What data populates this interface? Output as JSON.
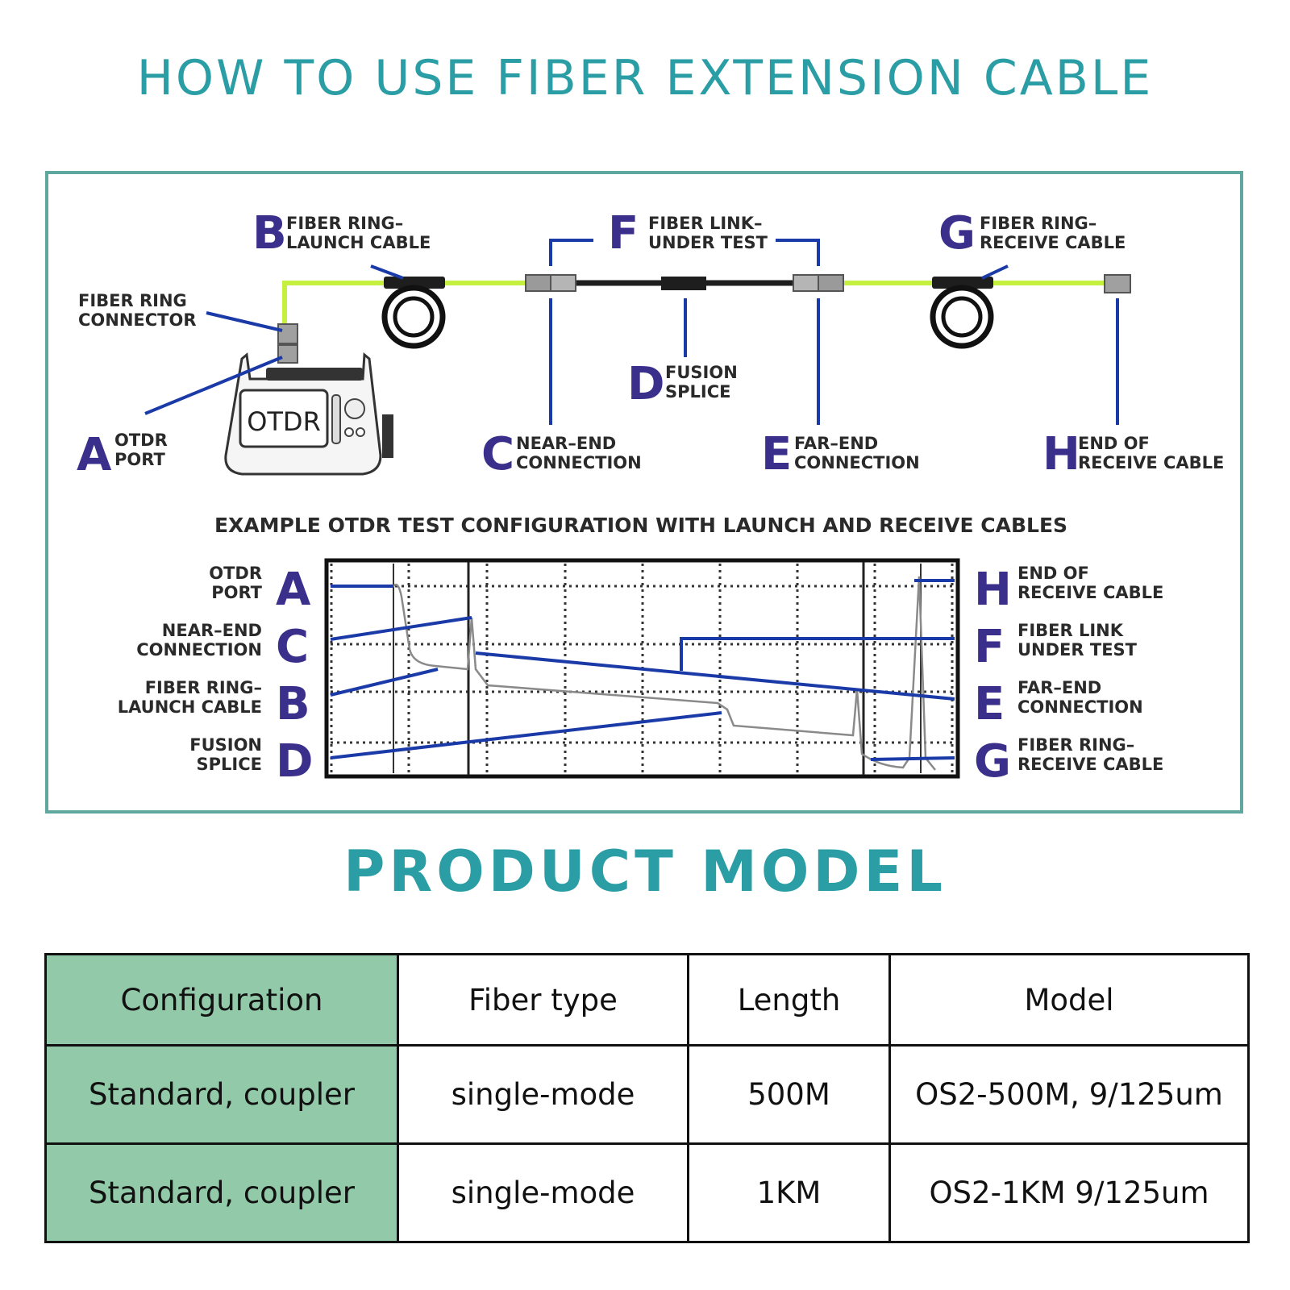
{
  "title_top": "HOW TO USE FIBER EXTENSION CABLE",
  "title_mid": "PRODUCT MODEL",
  "colors": {
    "title": "#2a9ea4",
    "frame": "#5fa8a0",
    "fiber": "#c6f040",
    "cable": "#1e1e1e",
    "leader": "#1a3aa8",
    "letter": "#3a2f8a",
    "config_cell": "#92c9a8"
  },
  "diagram": {
    "labels": {
      "B": {
        "letter": "B",
        "line1": "FIBER RING–",
        "line2": "LAUNCH CABLE"
      },
      "F": {
        "letter": "F",
        "line1": "FIBER LINK–",
        "line2": "UNDER TEST"
      },
      "G": {
        "letter": "G",
        "line1": "FIBER RING–",
        "line2": "RECEIVE CABLE"
      },
      "connector": {
        "line1": "FIBER RING",
        "line2": "CONNECTOR"
      },
      "D": {
        "letter": "D",
        "line1": "FUSION",
        "line2": "SPLICE"
      },
      "A": {
        "letter": "A",
        "line1": "OTDR",
        "line2": "PORT"
      },
      "C": {
        "letter": "C",
        "line1": "NEAR–END",
        "line2": "CONNECTION"
      },
      "E": {
        "letter": "E",
        "line1": "FAR–END",
        "line2": "CONNECTION"
      },
      "H": {
        "letter": "H",
        "line1": "END OF",
        "line2": "RECEIVE CABLE"
      }
    },
    "otdr_screen_text": "OTDR",
    "subtitle": "EXAMPLE OTDR TEST CONFIGURATION WITH LAUNCH AND RECEIVE CABLES",
    "trace_left": [
      {
        "letter": "A",
        "line1": "OTDR",
        "line2": "PORT"
      },
      {
        "letter": "C",
        "line1": "NEAR–END",
        "line2": "CONNECTION"
      },
      {
        "letter": "B",
        "line1": "FIBER RING–",
        "line2": "LAUNCH CABLE"
      },
      {
        "letter": "D",
        "line1": "FUSION",
        "line2": "SPLICE"
      }
    ],
    "trace_right": [
      {
        "letter": "H",
        "line1": "END OF",
        "line2": "RECEIVE CABLE"
      },
      {
        "letter": "F",
        "line1": "FIBER LINK",
        "line2": "UNDER TEST"
      },
      {
        "letter": "E",
        "line1": "FAR–END",
        "line2": "CONNECTION"
      },
      {
        "letter": "G",
        "line1": "FIBER RING–",
        "line2": "RECEIVE CABLE"
      }
    ]
  },
  "table": {
    "headers": [
      "Configuration",
      "Fiber type",
      "Length",
      "Model"
    ],
    "rows": [
      [
        "Standard, coupler",
        "single-mode",
        "500M",
        "OS2-500M, 9/125um"
      ],
      [
        "Standard, coupler",
        "single-mode",
        "1KM",
        "OS2-1KM 9/125um"
      ]
    ]
  }
}
